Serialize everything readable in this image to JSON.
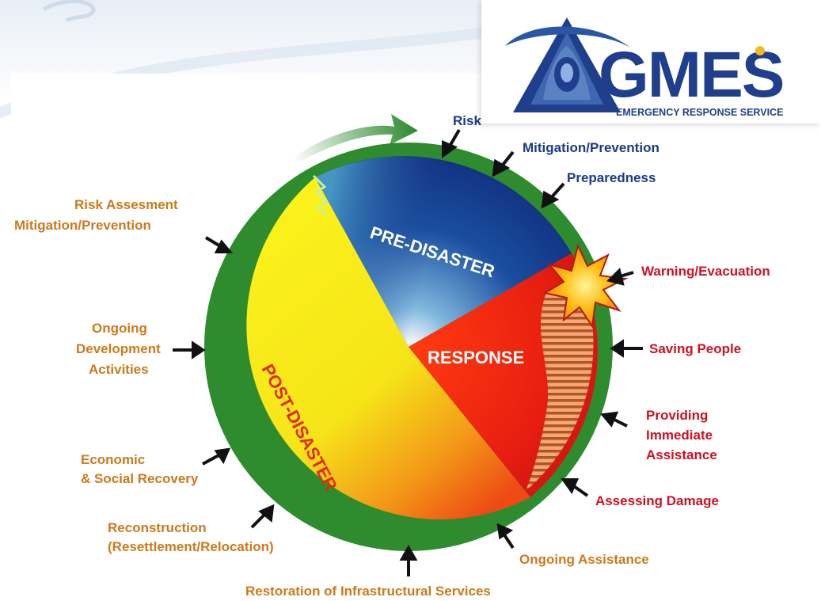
{
  "logo": {
    "brand": "GMES",
    "tagline": "EMERGENCY RESPONSE SERVICE",
    "colors": {
      "blue": "#1f3f8c",
      "yellow": "#f5b91f"
    }
  },
  "cycle": {
    "phases": {
      "pre": "PRE-DISASTER",
      "response": "RESPONSE",
      "post": "POST-DISASTER"
    },
    "colors": {
      "ring": "#2e8b2e",
      "pre": "#1c3d8f",
      "response": "#e81f10",
      "post": "#f4ee17",
      "pre_label": "#1a3a8a",
      "response_label": "#cc1122",
      "post_label": "#cc7a1a"
    },
    "labels": {
      "risk_top": "Risk",
      "mitigation_top": "Mitigation/Prevention",
      "preparedness": "Preparedness",
      "warning": "Warning/Evacuation",
      "saving": "Saving People",
      "providing": [
        "Providing",
        "Immediate",
        "Assistance"
      ],
      "assessing": "Assessing Damage",
      "ongoing_assist": "Ongoing Assistance",
      "restoration": "Restoration of Infrastructural Services",
      "reconstruction": [
        "Reconstruction",
        "(Resettlement/Relocation)"
      ],
      "economic": [
        "Economic",
        "& Social Recovery"
      ],
      "ongoing_dev": [
        "Ongoing",
        "Development",
        "Activities"
      ],
      "risk_left": [
        "Risk Assesment",
        "Mitigation/Prevention"
      ]
    }
  }
}
